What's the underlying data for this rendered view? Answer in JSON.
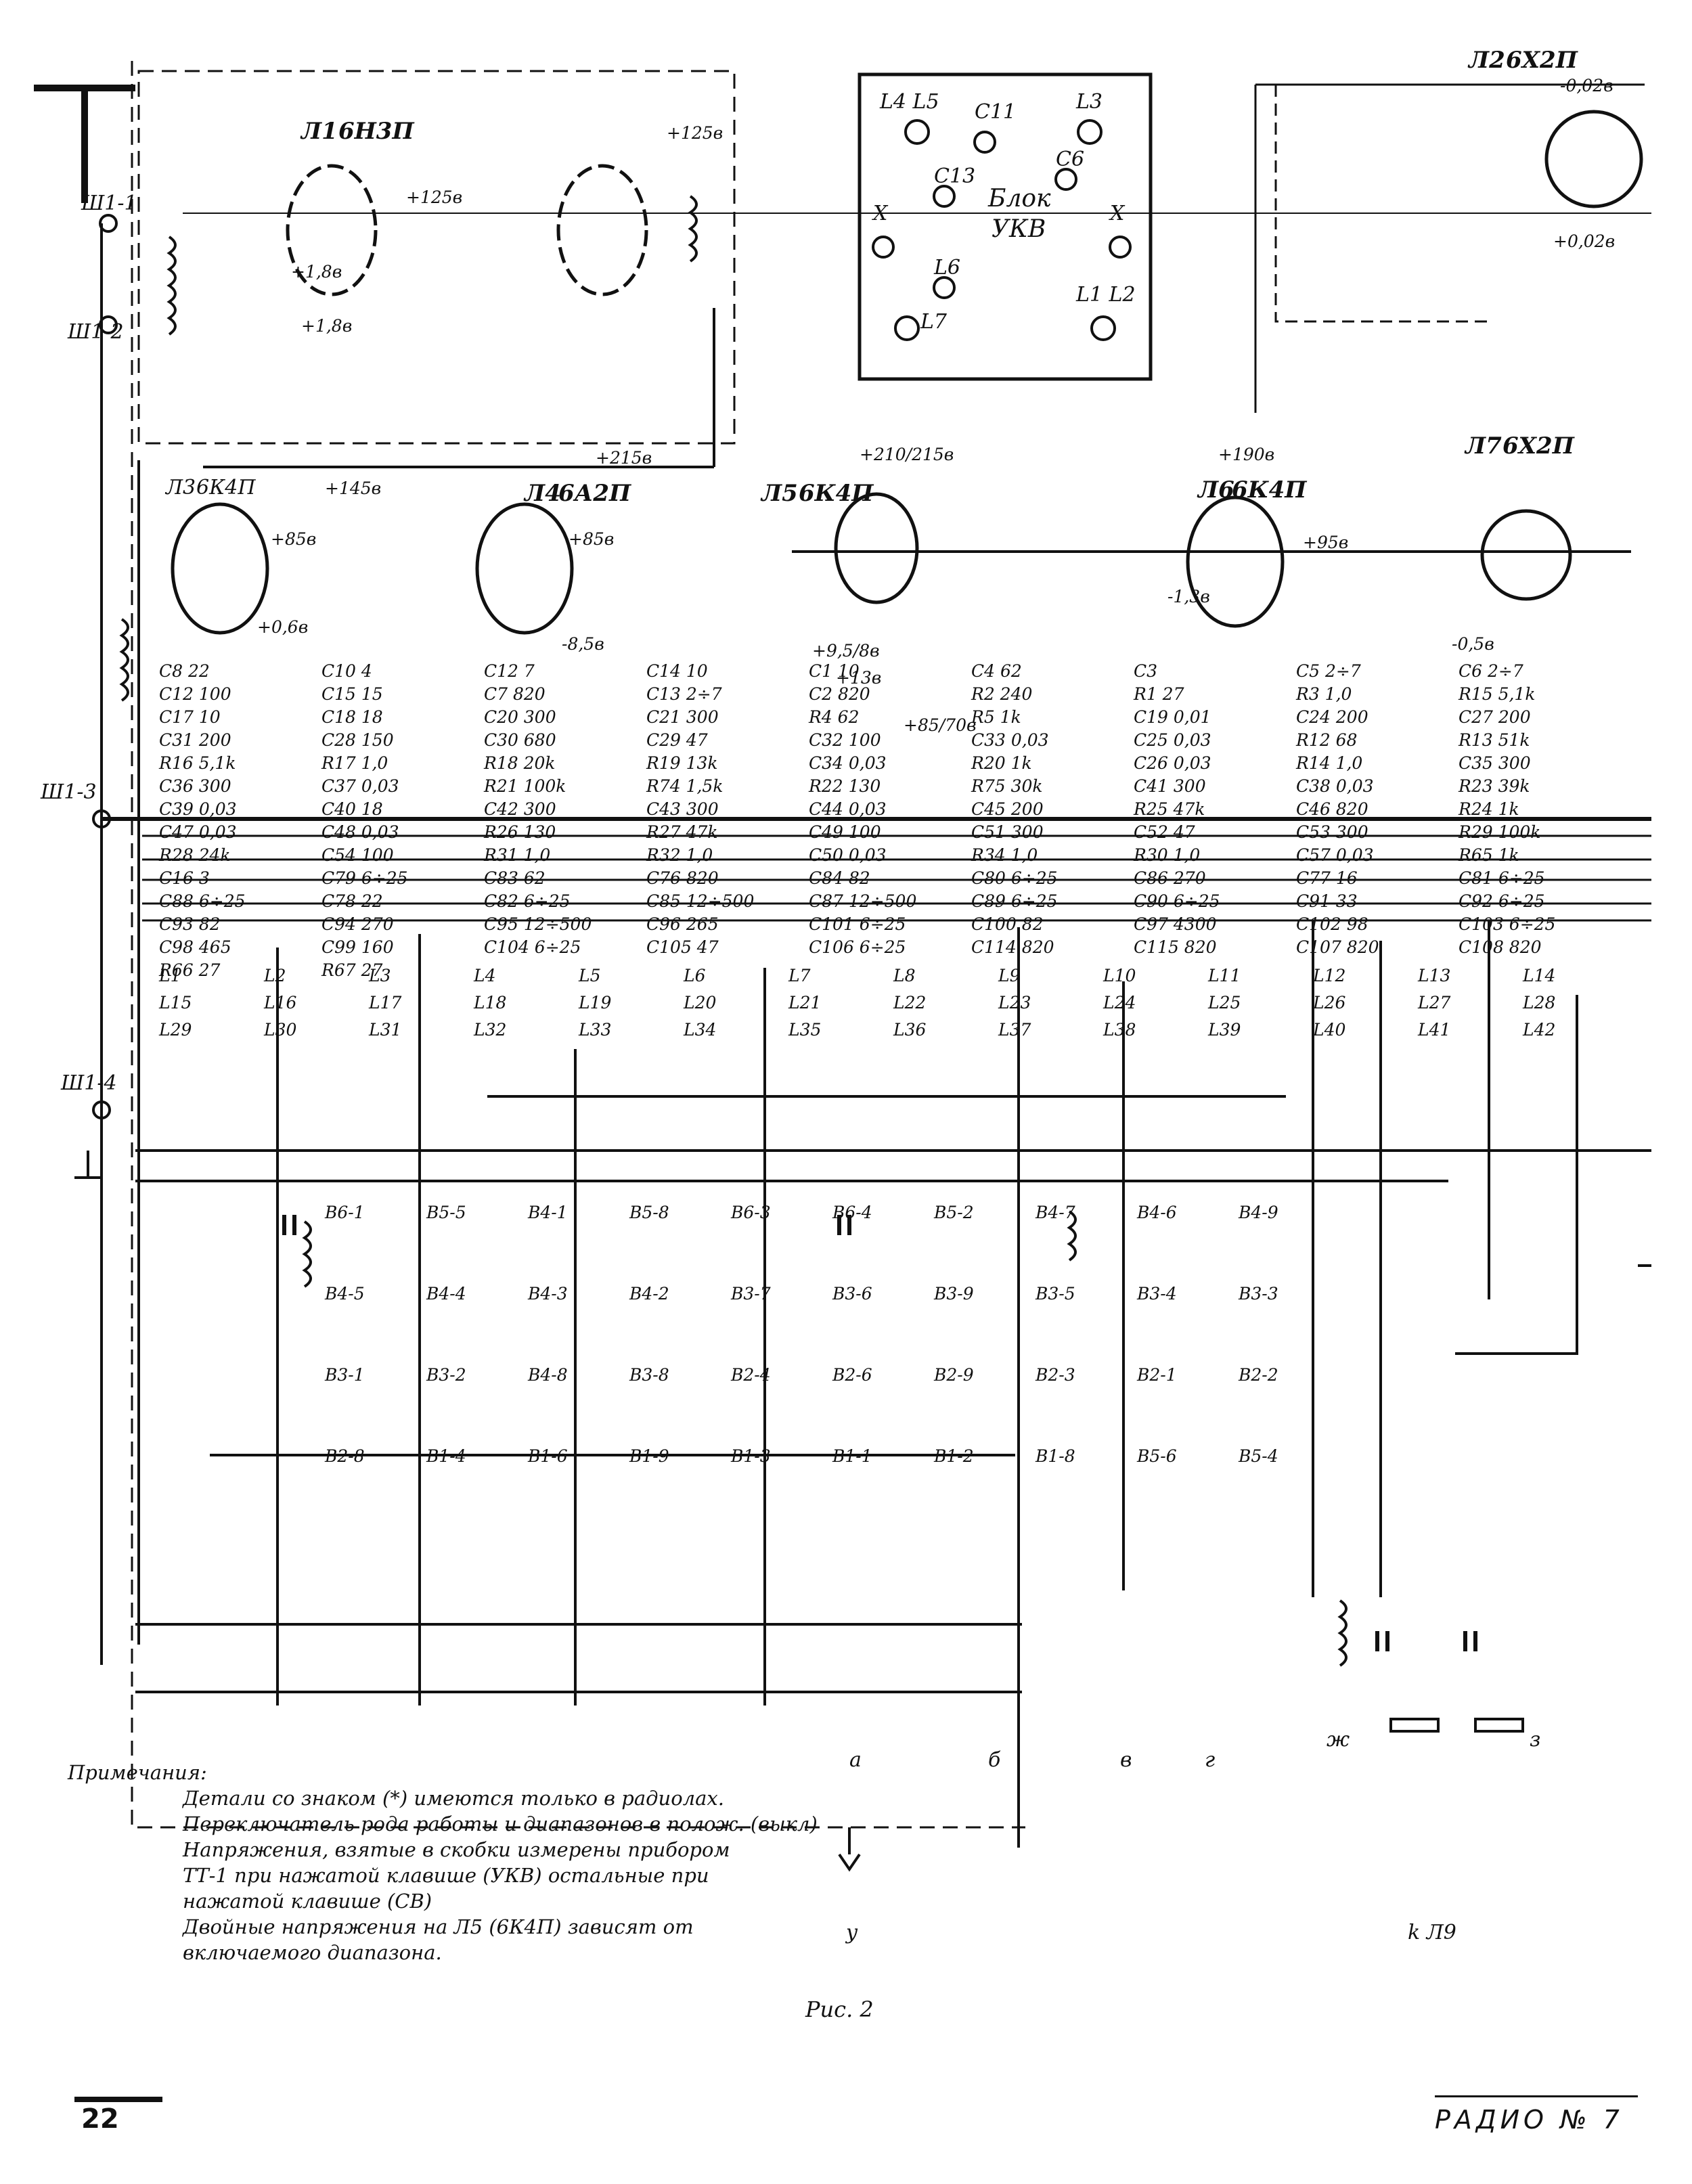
{
  "figure": {
    "caption": "Рис. 2",
    "page_number": "22",
    "journal": "РАДИО № 7"
  },
  "notes": {
    "heading": "Примечания:",
    "lines": [
      "Детали со знаком (*) имеются только в радиолах.",
      "Переключатель рода работы и диапазонов в полож. (выкл)",
      "Напряжения, взятые в скобки измерены прибором",
      "ТТ-1 при нажатой клавише (УКВ) остальные при",
      "нажатой клавише (СВ)",
      "Двойные напряжения на Л5 (6К4П) зависят от",
      "включаемого диапазона."
    ]
  },
  "ukv_block": {
    "title_line1": "Блок",
    "title_line2": "УКВ",
    "items": [
      "L4 L5",
      "C11",
      "L3",
      "C13",
      "C6",
      "X",
      "X",
      "L6",
      "L7",
      "L1 L2"
    ]
  },
  "tubes": [
    {
      "ref": "Л1",
      "type": "6Н3П"
    },
    {
      "ref": "Л2",
      "type": "6Х2П"
    },
    {
      "ref": "Л3",
      "type": "6К4П"
    },
    {
      "ref": "Л4",
      "type": "6А2П"
    },
    {
      "ref": "Л5",
      "type": "6К4П"
    },
    {
      "ref": "Л6",
      "type": "6К4П"
    },
    {
      "ref": "Л7",
      "type": "6Х2П"
    }
  ],
  "connectors": [
    "Ш1-1",
    "Ш1-2",
    "Ш1-3",
    "Ш1-4"
  ],
  "voltages": [
    "+125в",
    "+1,8в",
    "+1,8в",
    "+125в",
    "+145в",
    "+85в",
    "+0,6в",
    "+215в",
    "+85в",
    "-8,5в",
    "+210/215в",
    "+9,5/8в",
    "+13в",
    "+85/70в",
    "+190в",
    "+95в",
    "-1,3в",
    "-0,5в",
    "-0,02в",
    "+0,02в"
  ],
  "components": [
    {
      "ref": "C8",
      "value": "22"
    },
    {
      "ref": "C10",
      "value": "4"
    },
    {
      "ref": "C12",
      "value": "7"
    },
    {
      "ref": "C14",
      "value": "10"
    },
    {
      "ref": "C1",
      "value": "10"
    },
    {
      "ref": "C4",
      "value": "62"
    },
    {
      "ref": "C3",
      "value": ""
    },
    {
      "ref": "C5",
      "value": "2÷7"
    },
    {
      "ref": "C6",
      "value": "2÷7"
    },
    {
      "ref": "C12",
      "value": "100"
    },
    {
      "ref": "C15",
      "value": "15"
    },
    {
      "ref": "C7",
      "value": "820"
    },
    {
      "ref": "C13",
      "value": "2÷7"
    },
    {
      "ref": "C2",
      "value": "820"
    },
    {
      "ref": "R2",
      "value": "240"
    },
    {
      "ref": "R1",
      "value": "27"
    },
    {
      "ref": "R3",
      "value": "1,0"
    },
    {
      "ref": "R15",
      "value": "5,1k"
    },
    {
      "ref": "C17",
      "value": "10"
    },
    {
      "ref": "C18",
      "value": "18"
    },
    {
      "ref": "C20",
      "value": "300"
    },
    {
      "ref": "C21",
      "value": "300"
    },
    {
      "ref": "R4",
      "value": "62"
    },
    {
      "ref": "R5",
      "value": "1k"
    },
    {
      "ref": "C19",
      "value": "0,01"
    },
    {
      "ref": "C24",
      "value": "200"
    },
    {
      "ref": "C27",
      "value": "200"
    },
    {
      "ref": "C31",
      "value": "200"
    },
    {
      "ref": "C28",
      "value": "150"
    },
    {
      "ref": "C30",
      "value": "680"
    },
    {
      "ref": "C29",
      "value": "47"
    },
    {
      "ref": "C32",
      "value": "100"
    },
    {
      "ref": "C33",
      "value": "0,03"
    },
    {
      "ref": "C25",
      "value": "0,03"
    },
    {
      "ref": "R12",
      "value": "68"
    },
    {
      "ref": "R13",
      "value": "51k"
    },
    {
      "ref": "R16",
      "value": "5,1k"
    },
    {
      "ref": "R17",
      "value": "1,0"
    },
    {
      "ref": "R18",
      "value": "20k"
    },
    {
      "ref": "R19",
      "value": "13k"
    },
    {
      "ref": "C34",
      "value": "0,03"
    },
    {
      "ref": "R20",
      "value": "1k"
    },
    {
      "ref": "C26",
      "value": "0,03"
    },
    {
      "ref": "R14",
      "value": "1,0"
    },
    {
      "ref": "C35",
      "value": "300"
    },
    {
      "ref": "C36",
      "value": "300"
    },
    {
      "ref": "C37",
      "value": "0,03"
    },
    {
      "ref": "R21",
      "value": "100k"
    },
    {
      "ref": "R74",
      "value": "1,5k"
    },
    {
      "ref": "R22",
      "value": "130"
    },
    {
      "ref": "R75",
      "value": "30k"
    },
    {
      "ref": "C41",
      "value": "300"
    },
    {
      "ref": "C38",
      "value": "0,03"
    },
    {
      "ref": "R23",
      "value": "39k"
    },
    {
      "ref": "C39",
      "value": "0,03"
    },
    {
      "ref": "C40",
      "value": "18"
    },
    {
      "ref": "C42",
      "value": "300"
    },
    {
      "ref": "C43",
      "value": "300"
    },
    {
      "ref": "C44",
      "value": "0,03"
    },
    {
      "ref": "C45",
      "value": "200"
    },
    {
      "ref": "R25",
      "value": "47k"
    },
    {
      "ref": "C46",
      "value": "820"
    },
    {
      "ref": "R24",
      "value": "1k"
    },
    {
      "ref": "C47",
      "value": "0,03"
    },
    {
      "ref": "C48",
      "value": "0,03"
    },
    {
      "ref": "R26",
      "value": "130"
    },
    {
      "ref": "R27",
      "value": "47k"
    },
    {
      "ref": "C49",
      "value": "100"
    },
    {
      "ref": "C51",
      "value": "300"
    },
    {
      "ref": "C52",
      "value": "47"
    },
    {
      "ref": "C53",
      "value": "300"
    },
    {
      "ref": "R29",
      "value": "100k"
    },
    {
      "ref": "R28",
      "value": "24k"
    },
    {
      "ref": "C54",
      "value": "100"
    },
    {
      "ref": "R31",
      "value": "1,0"
    },
    {
      "ref": "R32",
      "value": "1,0"
    },
    {
      "ref": "C50",
      "value": "0,03"
    },
    {
      "ref": "R34",
      "value": "1,0"
    },
    {
      "ref": "R30",
      "value": "1,0"
    },
    {
      "ref": "C57",
      "value": "0,03"
    },
    {
      "ref": "R65",
      "value": "1k"
    },
    {
      "ref": "C16",
      "value": "3"
    },
    {
      "ref": "C79",
      "value": "6÷25"
    },
    {
      "ref": "C83",
      "value": "62"
    },
    {
      "ref": "C76",
      "value": "820"
    },
    {
      "ref": "C84",
      "value": "82"
    },
    {
      "ref": "C80",
      "value": "6÷25"
    },
    {
      "ref": "C86",
      "value": "270"
    },
    {
      "ref": "C77",
      "value": "16"
    },
    {
      "ref": "C81",
      "value": "6÷25"
    },
    {
      "ref": "C88",
      "value": "6÷25"
    },
    {
      "ref": "C78",
      "value": "22"
    },
    {
      "ref": "C82",
      "value": "6÷25"
    },
    {
      "ref": "C85",
      "value": "12÷500"
    },
    {
      "ref": "C87",
      "value": "12÷500"
    },
    {
      "ref": "C89",
      "value": "6÷25"
    },
    {
      "ref": "C90",
      "value": "6÷25"
    },
    {
      "ref": "C91",
      "value": "33"
    },
    {
      "ref": "C92",
      "value": "6÷25"
    },
    {
      "ref": "C93",
      "value": "82"
    },
    {
      "ref": "C94",
      "value": "270"
    },
    {
      "ref": "C95",
      "value": "12÷500"
    },
    {
      "ref": "C96",
      "value": "265"
    },
    {
      "ref": "C101",
      "value": "6÷25"
    },
    {
      "ref": "C100",
      "value": "82"
    },
    {
      "ref": "C97",
      "value": "4300"
    },
    {
      "ref": "C102",
      "value": "98"
    },
    {
      "ref": "C103",
      "value": "6÷25"
    },
    {
      "ref": "C98",
      "value": "465"
    },
    {
      "ref": "C99",
      "value": "160"
    },
    {
      "ref": "C104",
      "value": "6÷25"
    },
    {
      "ref": "C105",
      "value": "47"
    },
    {
      "ref": "C106",
      "value": "6÷25"
    },
    {
      "ref": "C114",
      "value": "820"
    },
    {
      "ref": "C115",
      "value": "820"
    },
    {
      "ref": "C107",
      "value": "820"
    },
    {
      "ref": "C108",
      "value": "820"
    },
    {
      "ref": "R66",
      "value": "27"
    },
    {
      "ref": "R67",
      "value": "27"
    }
  ],
  "inductors": [
    "L1",
    "L2",
    "L3",
    "L4",
    "L5",
    "L6",
    "L7",
    "L8",
    "L9",
    "L10",
    "L11",
    "L12",
    "L13",
    "L14",
    "L15",
    "L16",
    "L17",
    "L18",
    "L19",
    "L20",
    "L21",
    "L22",
    "L23",
    "L24",
    "L25",
    "L26",
    "L27",
    "L28",
    "L29",
    "L30",
    "L31",
    "L32",
    "L33",
    "L34",
    "L35",
    "L36",
    "L37",
    "L38",
    "L39",
    "L40",
    "L41",
    "L42"
  ],
  "switches": [
    "В6-1",
    "В5-5",
    "В4-1",
    "В5-8",
    "В6-3",
    "В6-4",
    "В5-2",
    "В4-7",
    "В4-6",
    "В4-9",
    "В4-5",
    "В4-4",
    "В4-3",
    "В4-2",
    "В3-7",
    "В3-6",
    "В3-9",
    "В3-5",
    "В3-4",
    "В3-3",
    "В3-1",
    "В3-2",
    "В4-8",
    "В3-8",
    "В2-4",
    "В2-6",
    "В2-9",
    "В2-3",
    "В2-1",
    "В2-2",
    "В2-8",
    "В1-4",
    "В1-6",
    "В1-9",
    "В1-3",
    "В1-1",
    "В1-2",
    "В1-8",
    "В5-6",
    "В5-4"
  ],
  "terminal_marks": [
    "а",
    "б",
    "в",
    "г",
    "ж",
    "з",
    "у",
    "k Л9"
  ]
}
